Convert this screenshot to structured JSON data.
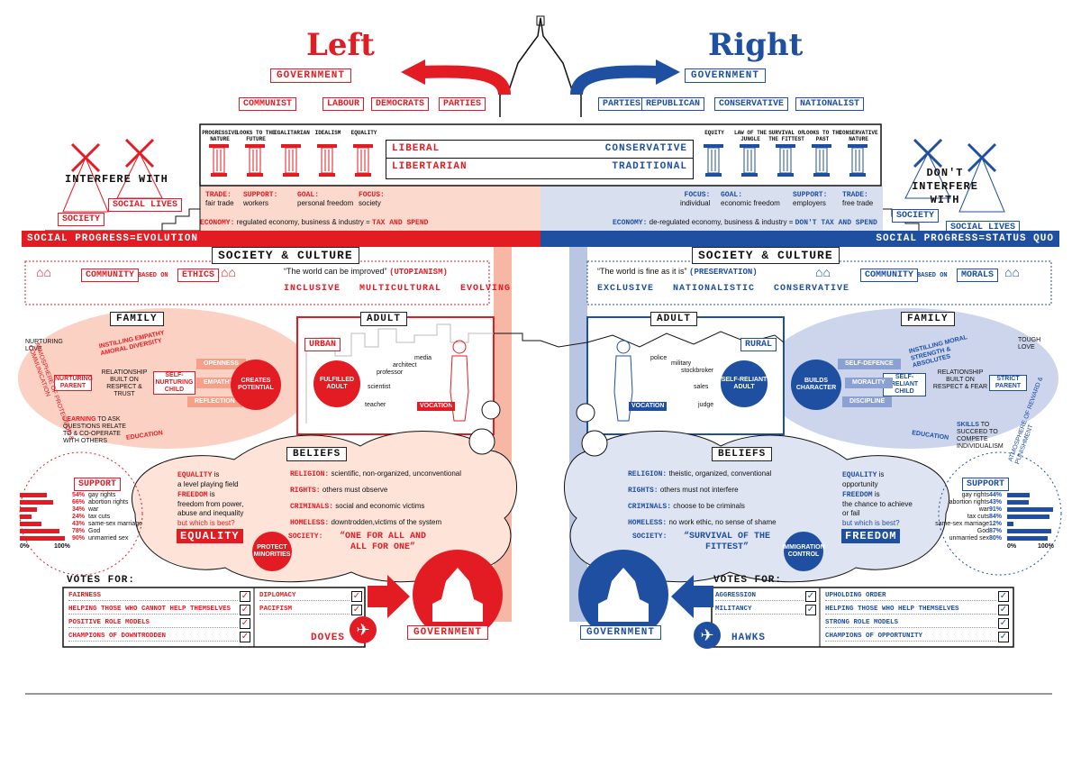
{
  "header": {
    "left_title": "Left",
    "right_title": "Right",
    "government": "GOVERNMENT"
  },
  "left_parties": {
    "items": [
      "COMMUNIST",
      "LABOUR",
      "DEMOCRATS",
      "PARTIES"
    ]
  },
  "right_parties": {
    "items": [
      "PARTIES",
      "REPUBLICAN",
      "CONSERVATIVE",
      "NATIONALIST"
    ]
  },
  "left_pillars": [
    "PROGRESSIVE NATURE",
    "LOOKS TO THE FUTURE",
    "EGALITARIAN",
    "IDEALISM",
    "EQUALITY"
  ],
  "right_pillars": [
    "EQUITY",
    "LAW OF THE JUNGLE",
    "SURVIVAL OF THE FITTEST",
    "LOOKS TO THE PAST",
    "CONSERVATIVE NATURE"
  ],
  "center_band": {
    "liberal": "LIBERAL",
    "libertarian": "LIBERTARIAN",
    "conservative": "CONSERVATIVE",
    "traditional": "TRADITIONAL"
  },
  "left_policies": {
    "trade_k": "TRADE:",
    "trade_v": "fair trade",
    "support_k": "SUPPORT:",
    "support_v": "workers",
    "goal_k": "GOAL:",
    "goal_v": "personal freedom",
    "focus_k": "FOCUS:",
    "focus_v": "society",
    "economy_k": "ECONOMY:",
    "economy_v": "regulated economy, business & industry =",
    "economy_tag": "TAX AND SPEND"
  },
  "right_policies": {
    "focus_k": "FOCUS:",
    "focus_v": "individual",
    "goal_k": "GOAL:",
    "goal_v": "economic freedom",
    "support_k": "SUPPORT:",
    "support_v": "employers",
    "trade_k": "TRADE:",
    "trade_v": "free trade",
    "economy_k": "ECONOMY:",
    "economy_v": "de-regulated economy, business & industry =",
    "economy_tag": "DON'T TAX AND SPEND"
  },
  "scales": {
    "left_text": "INTERFERE WITH",
    "right_text": "DON'T INTERFERE WITH",
    "society": "SOCIETY",
    "social_lives": "SOCIAL LIVES"
  },
  "progress": {
    "left": "SOCIAL PROGRESS=EVOLUTION",
    "right": "SOCIAL PROGRESS=STATUS QUO"
  },
  "society_culture": "SOCIETY & CULTURE",
  "left_society": {
    "community": "COMMUNITY",
    "based_on": "BASED ON",
    "basis": "ETHICS",
    "quote": "“The world can be improved”",
    "quote_tag": "(UTOPIANISM)",
    "traits": "INCLUSIVE   MULTICULTURAL   EVOLVING"
  },
  "right_society": {
    "community": "COMMUNITY",
    "based_on": "BASED ON",
    "basis": "MORALS",
    "quote": "“The world is fine as it is”",
    "quote_tag": "(PRESERVATION)",
    "traits": "EXCLUSIVE   NATIONALISTIC   CONSERVATIVE"
  },
  "family_label": "FAMILY",
  "adult_label": "ADULT",
  "left_family": {
    "nurturing_love": "NURTURING LOVE",
    "nurturing_parent": "NURTURING PARENT",
    "instilling": "INSTILLING EMPATHY AMORAL DIVERSITY",
    "relationship": "RELATIONSHIP BUILT ON RESPECT & TRUST",
    "child": "SELF-NURTURING CHILD",
    "openness": "OPENNESS",
    "empathy": "EMPATHY",
    "reflection": "REFLECTION",
    "learning_k": "LEARNING",
    "learning_v": "TO ASK QUESTIONS RELATE TO & CO-OPERATE WITH OTHERS",
    "education": "EDUCATION",
    "potential": "CREATES POTENTIAL",
    "atmosphere": "ATMOSPHERE OF PROTECTION & COMMUNICATION"
  },
  "right_family": {
    "tough_love": "TOUGH LOVE",
    "strict_parent": "STRICT PARENT",
    "instilling": "INSTILLING MORAL STRENGTH & ABSOLUTES",
    "relationship": "RELATIONSHIP BUILT ON RESPECT & FEAR",
    "child": "SELF-RELIANT CHILD",
    "self_defence": "SELF-DEFENCE",
    "morality": "MORALITY",
    "discipline": "DISCIPLINE",
    "skills_k": "SKILLS",
    "skills_v": "TO SUCCEED TO COMPETE INDIVIDUALISM",
    "education": "EDUCATION",
    "character": "BUILDS CHARACTER",
    "atmosphere": "ATMOSPHERE OF REWARD & PUNISHMENT"
  },
  "left_adult": {
    "setting": "URBAN",
    "result": "FULFILLED ADULT",
    "jobs": [
      "media",
      "architect",
      "professor",
      "scientist",
      "teacher"
    ],
    "vocation": "VOCATION"
  },
  "right_adult": {
    "setting": "RURAL",
    "result": "SELF-RELIANT ADULT",
    "jobs": [
      "police",
      "military",
      "stockbroker",
      "sales",
      "judge"
    ],
    "vocation": "VOCATION"
  },
  "beliefs_label": "BELIEFS",
  "left_beliefs": {
    "rows": [
      {
        "k": "RELIGION:",
        "v": "scientific, non-organized, unconventional"
      },
      {
        "k": "RIGHTS:",
        "v": "others must observe"
      },
      {
        "k": "CRIMINALS:",
        "v": "social and economic victims"
      },
      {
        "k": "HOMELESS:",
        "v": "downtrodden,victims of the system"
      }
    ],
    "society_k": "SOCIETY:",
    "society_v": "“ONE FOR ALL AND ALL FOR ONE”",
    "equality_k": "EQUALITY",
    "equality_is": "is",
    "equality_v": "a level playing field",
    "freedom_k": "FREEDOM",
    "freedom_is": "is",
    "freedom_v": "freedom from power, abuse and inequality",
    "which": "but which is best?",
    "answer": "EQUALITY",
    "badge": "PROTECT MINORITIES"
  },
  "right_beliefs": {
    "rows": [
      {
        "k": "RELIGION:",
        "v": "theistic, organized, conventional"
      },
      {
        "k": "RIGHTS:",
        "v": "others must not interfere"
      },
      {
        "k": "CRIMINALS:",
        "v": "choose to be criminals"
      },
      {
        "k": "HOMELESS:",
        "v": "no work ethic, no sense of shame"
      }
    ],
    "society_k": "SOCIETY:",
    "society_v": "“SURVIVAL OF THE FITTEST”",
    "equality_k": "EQUALITY",
    "equality_is": "is",
    "equality_v": "opportunity",
    "freedom_k": "FREEDOM",
    "freedom_is": "is",
    "freedom_v": "the chance to achieve or fail",
    "which": "but which is best?",
    "answer": "FREEDOM",
    "badge": "IMMIGRATION CONTROL"
  },
  "support_label": "SUPPORT",
  "axis": {
    "min": "0%",
    "max": "100%"
  },
  "left_support": [
    {
      "pct": "54%",
      "label": "gay rights",
      "value": 54
    },
    {
      "pct": "66%",
      "label": "abortion rights",
      "value": 66
    },
    {
      "pct": "34%",
      "label": "war",
      "value": 34
    },
    {
      "pct": "24%",
      "label": "tax cuts",
      "value": 24
    },
    {
      "pct": "43%",
      "label": "same-sex marriage",
      "value": 43
    },
    {
      "pct": "78%",
      "label": "God",
      "value": 78
    },
    {
      "pct": "90%",
      "label": "unmarried sex",
      "value": 90
    }
  ],
  "right_support": [
    {
      "pct": "44%",
      "label": "gay rights",
      "value": 44
    },
    {
      "pct": "43%",
      "label": "abortion rights",
      "value": 43
    },
    {
      "pct": "91%",
      "label": "war",
      "value": 91
    },
    {
      "pct": "84%",
      "label": "tax cuts",
      "value": 84
    },
    {
      "pct": "12%",
      "label": "same-sex marriage",
      "value": 12
    },
    {
      "pct": "87%",
      "label": "God",
      "value": 87
    },
    {
      "pct": "80%",
      "label": "unmarried sex",
      "value": 80
    }
  ],
  "votes_label": "VOTES FOR:",
  "left_votes": {
    "col1": [
      "FAIRNESS",
      "HELPING THOSE WHO CANNOT HELP THEMSELVES",
      "POSITIVE ROLE MODELS",
      "CHAMPIONS OF DOWNTRODDEN"
    ],
    "col2": [
      "DIPLOMACY",
      "PACIFISM"
    ],
    "bird": "DOVES",
    "government": "GOVERNMENT"
  },
  "right_votes": {
    "col1": [
      "AGGRESSION",
      "MILITANCY"
    ],
    "col2": [
      "UPHOLDING ORDER",
      "HELPING THOSE WHO HELP THEMSELVES",
      "STRONG ROLE MODELS",
      "CHAMPIONS OF OPPORTUNITY"
    ],
    "bird": "HAWKS",
    "government": "GOVERNMENT"
  },
  "colors": {
    "red": "#e31b23",
    "blue": "#1f4fa0",
    "red_light": "#f9d7cc",
    "blue_light": "#d5dcee"
  }
}
